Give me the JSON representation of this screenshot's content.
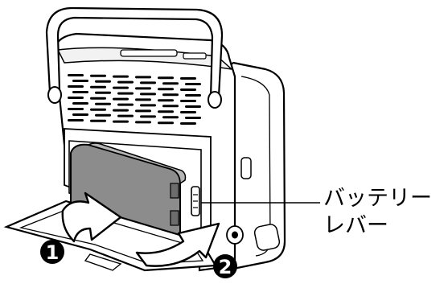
{
  "callout": {
    "line1": "バッテリー",
    "line2": "レバー"
  },
  "steps": [
    {
      "number": "1"
    },
    {
      "number": "2"
    }
  ],
  "colors": {
    "outline": "#000000",
    "battery_fill": "#8c8c8c",
    "body_fill": "#ffffff",
    "arrow_fill": "#ffffff"
  }
}
